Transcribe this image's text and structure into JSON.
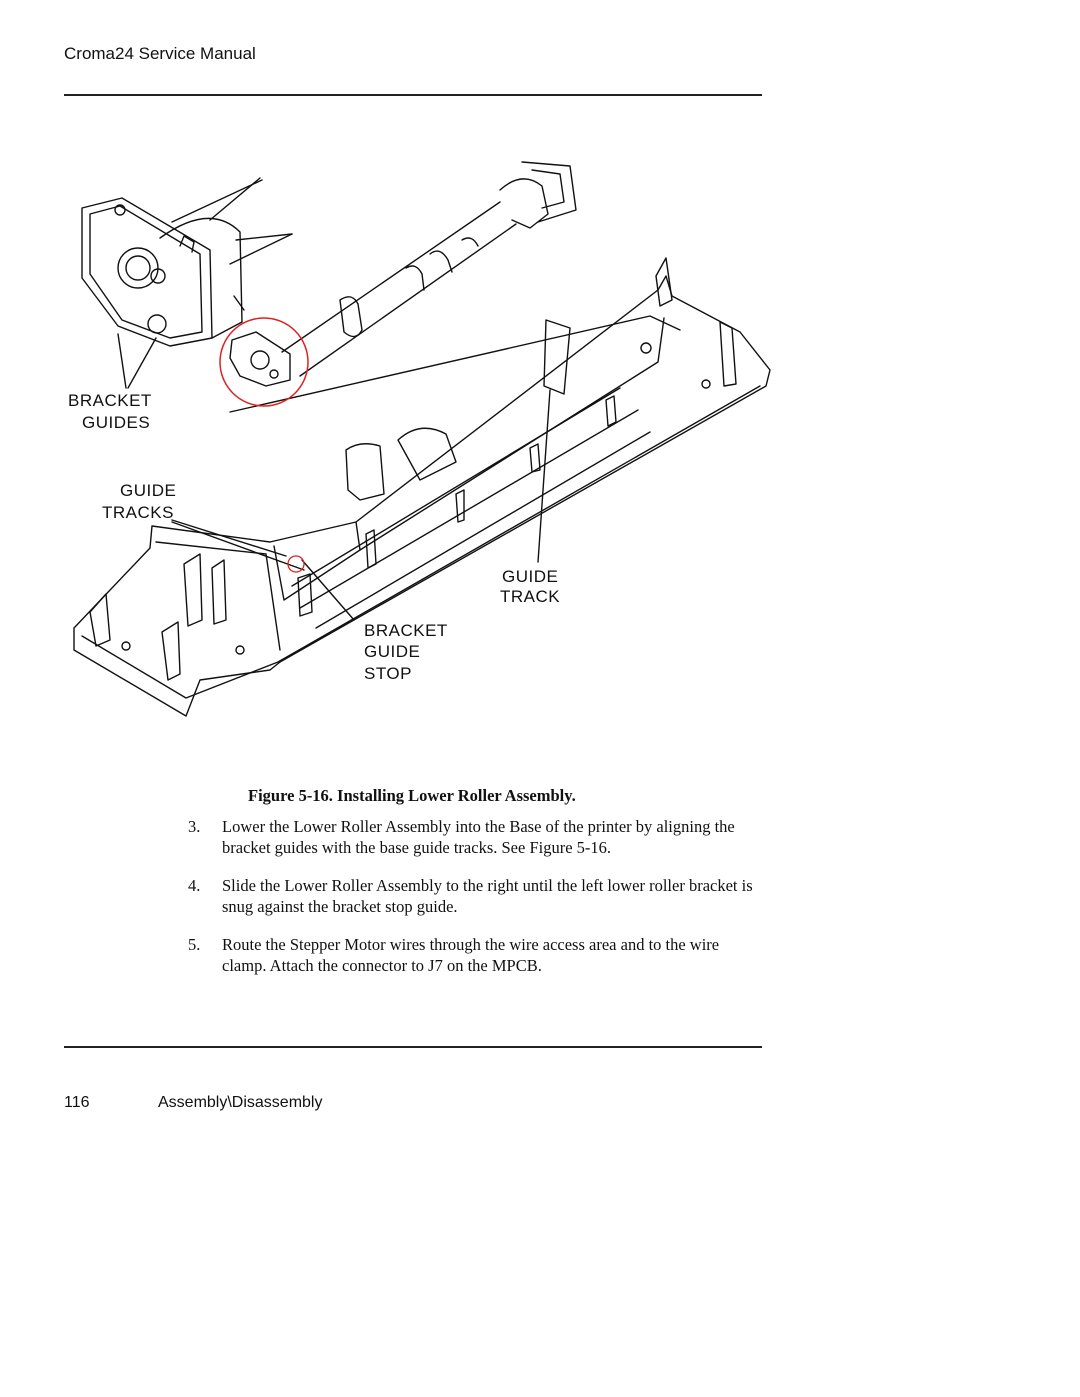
{
  "header": {
    "title": "Croma24 Service Manual"
  },
  "figure": {
    "labels": {
      "bracket_guides_1": "BRACKET",
      "bracket_guides_2": "GUIDES",
      "guide_tracks_1": "GUIDE",
      "guide_tracks_2": "TRACKS",
      "guide_track_1": "GUIDE",
      "guide_track_2": "TRACK",
      "bracket_stop_1": "BRACKET",
      "bracket_stop_2": "GUIDE",
      "bracket_stop_3": "STOP"
    },
    "caption": "Figure 5-16. Installing Lower Roller Assembly."
  },
  "steps": [
    {
      "num": "3.",
      "text": "Lower the Lower Roller Assembly into the Base of the printer by aligning the bracket guides with the base guide tracks. See Figure 5-16."
    },
    {
      "num": "4.",
      "text": "Slide the Lower Roller Assembly to the right until the left lower roller bracket is snug against the bracket stop guide."
    },
    {
      "num": "5.",
      "text": "Route the Stepper Motor wires through the wire access area and to the wire clamp. Attach the connector to J7 on the MPCB."
    }
  ],
  "footer": {
    "page_number": "116",
    "section": "Assembly\\Disassembly"
  },
  "colors": {
    "highlight_circle": "#e02020"
  }
}
